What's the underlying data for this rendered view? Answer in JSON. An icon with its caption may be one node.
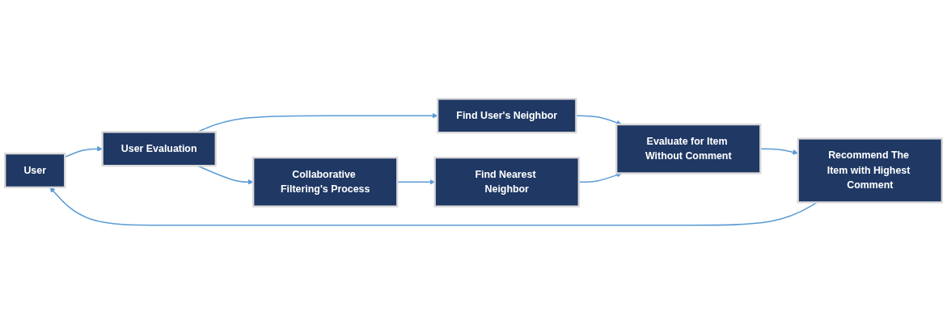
{
  "diagram": {
    "nodes": [
      {
        "text": [
          "User"
        ]
      },
      {
        "text": [
          "User Evaluation"
        ]
      },
      {
        "text": [
          "Find User's Neighbor"
        ]
      },
      {
        "text": [
          "Evaluate for Item Without Comment"
        ]
      },
      {
        "text": [
          "Collaborative Filtering's Process"
        ]
      },
      {
        "text": [
          "Find Nearest Neighbor"
        ]
      },
      {
        "text": [
          "Recommend The Item with Highest Comment"
        ]
      }
    ],
    "edges": [
      {
        "from": 0,
        "to": 1,
        "arrow": "to"
      },
      {
        "from": 1,
        "to": 2,
        "arrow": "to"
      },
      {
        "from": 2,
        "to": 3,
        "arrow": "to"
      },
      {
        "from": 1,
        "to": 4,
        "arrow": "to"
      },
      {
        "from": 4,
        "to": 5,
        "arrow": "to"
      },
      {
        "from": 5,
        "to": 3,
        "arrow": "to"
      },
      {
        "from": 3,
        "to": 6,
        "arrow": "to"
      },
      {
        "from": 6,
        "to": 0,
        "arrow": "to"
      }
    ]
  }
}
